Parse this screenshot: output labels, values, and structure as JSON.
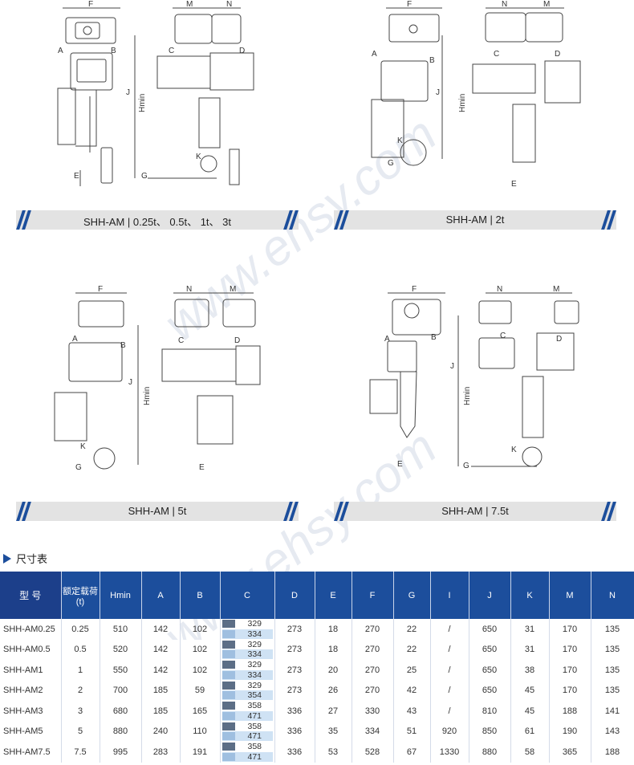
{
  "captions": [
    "SHH-AM | 0.25t、 0.5t、 1t、 3t",
    "SHH-AM | 2t",
    "SHH-AM | 5t",
    "SHH-AM | 7.5t"
  ],
  "watermark": "www.ehsy.com",
  "labels": {
    "F": "F",
    "M": "M",
    "N": "N",
    "A": "A",
    "B": "B",
    "C": "C",
    "D": "D",
    "J": "J",
    "Hmin": "Hmin",
    "E": "E",
    "G": "G",
    "K": "K"
  },
  "section_title": "尺寸表",
  "table": {
    "headers": [
      "型  号",
      "额定载荷\n(t)",
      "Hmin",
      "A",
      "B",
      "C",
      "D",
      "E",
      "F",
      "G",
      "I",
      "J",
      "K",
      "M",
      "N"
    ],
    "rows": [
      {
        "model": "SHH-AM0.25",
        "load": "0.25",
        "hmin": "510",
        "a": "142",
        "b": "102",
        "c1": "329",
        "c2": "334",
        "d": "273",
        "e": "18",
        "f": "270",
        "g": "22",
        "i": "/",
        "j": "650",
        "k": "31",
        "m": "170",
        "n": "135"
      },
      {
        "model": "SHH-AM0.5",
        "load": "0.5",
        "hmin": "520",
        "a": "142",
        "b": "102",
        "c1": "329",
        "c2": "334",
        "d": "273",
        "e": "18",
        "f": "270",
        "g": "22",
        "i": "/",
        "j": "650",
        "k": "31",
        "m": "170",
        "n": "135"
      },
      {
        "model": "SHH-AM1",
        "load": "1",
        "hmin": "550",
        "a": "142",
        "b": "102",
        "c1": "329",
        "c2": "334",
        "d": "273",
        "e": "20",
        "f": "270",
        "g": "25",
        "i": "/",
        "j": "650",
        "k": "38",
        "m": "170",
        "n": "135"
      },
      {
        "model": "SHH-AM2",
        "load": "2",
        "hmin": "700",
        "a": "185",
        "b": "59",
        "c1": "329",
        "c2": "354",
        "d": "273",
        "e": "26",
        "f": "270",
        "g": "42",
        "i": "/",
        "j": "650",
        "k": "45",
        "m": "170",
        "n": "135"
      },
      {
        "model": "SHH-AM3",
        "load": "3",
        "hmin": "680",
        "a": "185",
        "b": "165",
        "c1": "358",
        "c2": "471",
        "d": "336",
        "e": "27",
        "f": "330",
        "g": "43",
        "i": "/",
        "j": "810",
        "k": "45",
        "m": "188",
        "n": "141"
      },
      {
        "model": "SHH-AM5",
        "load": "5",
        "hmin": "880",
        "a": "240",
        "b": "110",
        "c1": "358",
        "c2": "471",
        "d": "336",
        "e": "35",
        "f": "334",
        "g": "51",
        "i": "920",
        "j": "850",
        "k": "61",
        "m": "190",
        "n": "143"
      },
      {
        "model": "SHH-AM7.5",
        "load": "7.5",
        "hmin": "995",
        "a": "283",
        "b": "191",
        "c1": "358",
        "c2": "471",
        "d": "336",
        "e": "53",
        "f": "528",
        "g": "67",
        "i": "1330",
        "j": "880",
        "k": "58",
        "m": "365",
        "n": "188"
      }
    ]
  }
}
